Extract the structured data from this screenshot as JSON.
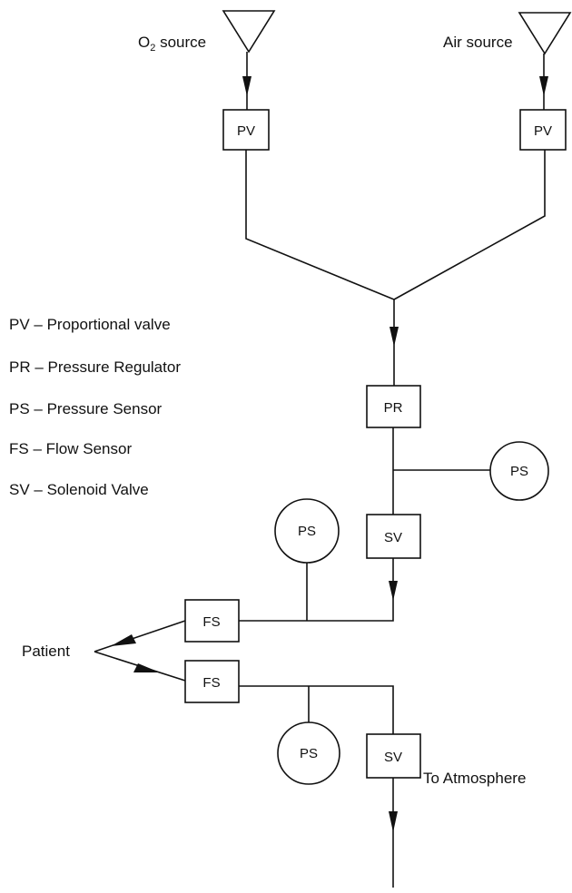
{
  "sources": {
    "o2": {
      "label_main": "O",
      "label_sub": "2",
      "label_rest": " source"
    },
    "air": {
      "label": "Air source"
    }
  },
  "components": {
    "pv_o2": "PV",
    "pv_air": "PV",
    "pr": "PR",
    "ps_upper": "PS",
    "sv_inspiratory": "SV",
    "ps_inspiratory": "PS",
    "fs_inspiratory": "FS",
    "fs_expiratory": "FS",
    "ps_expiratory": "PS",
    "sv_expiratory": "SV"
  },
  "endpoints": {
    "patient": "Patient",
    "atmosphere": "To Atmosphere"
  },
  "legend": [
    "PV – Proportional valve",
    "PR – Pressure Regulator",
    "PS – Pressure Sensor",
    "FS – Flow Sensor",
    "SV – Solenoid Valve"
  ]
}
